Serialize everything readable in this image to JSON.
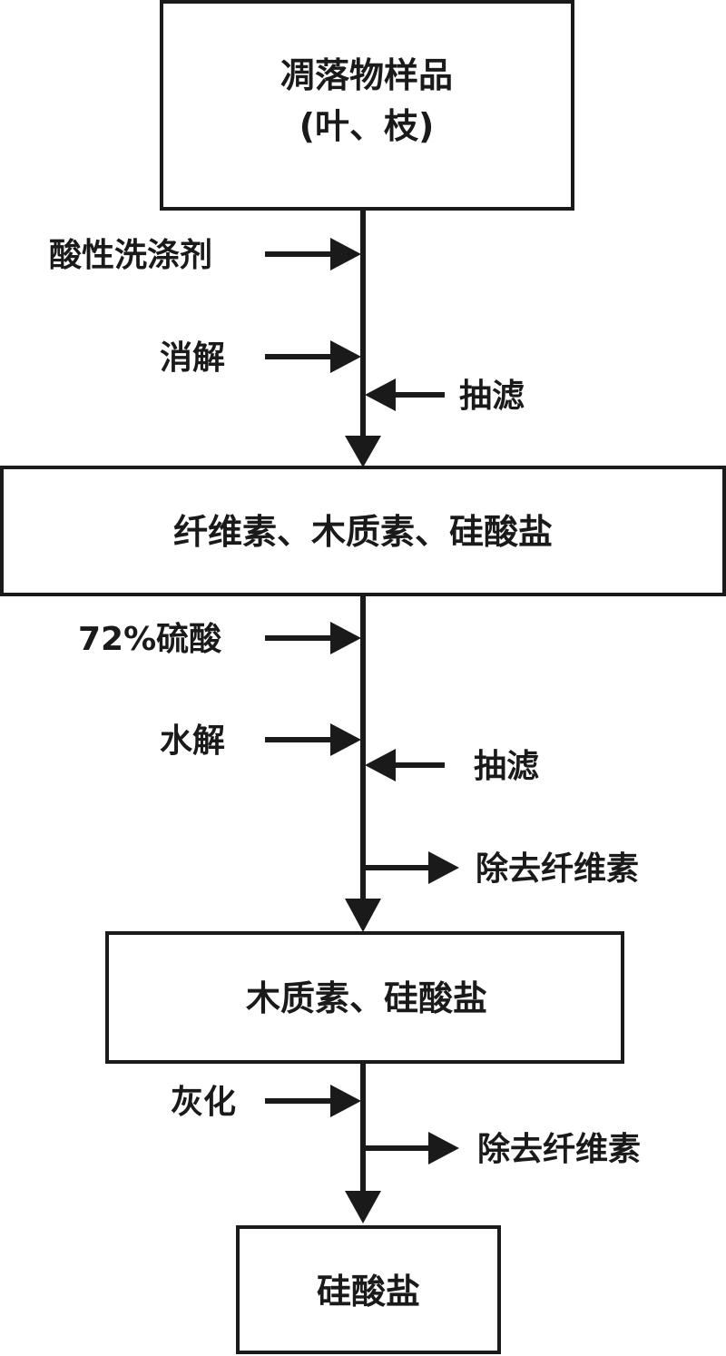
{
  "flow": {
    "box1": {
      "line1": "凋落物样品",
      "line2": "(叶、枝)"
    },
    "box2": {
      "label": "纤维素、木质素、硅酸盐"
    },
    "box3": {
      "label": "木质素、硅酸盐"
    },
    "box4": {
      "label": "硅酸盐"
    },
    "step1": {
      "input_reagent": "酸性洗涤剂",
      "input_process": "消解",
      "input_filter": "抽滤"
    },
    "step2": {
      "input_reagent": "72%硫酸",
      "input_process": "水解",
      "input_filter": "抽滤",
      "output_removed": "除去纤维素"
    },
    "step3": {
      "input_process": "灰化",
      "output_removed": "除去纤维素"
    }
  },
  "colors": {
    "stroke": "#1a1a1a",
    "background": "#ffffff"
  }
}
